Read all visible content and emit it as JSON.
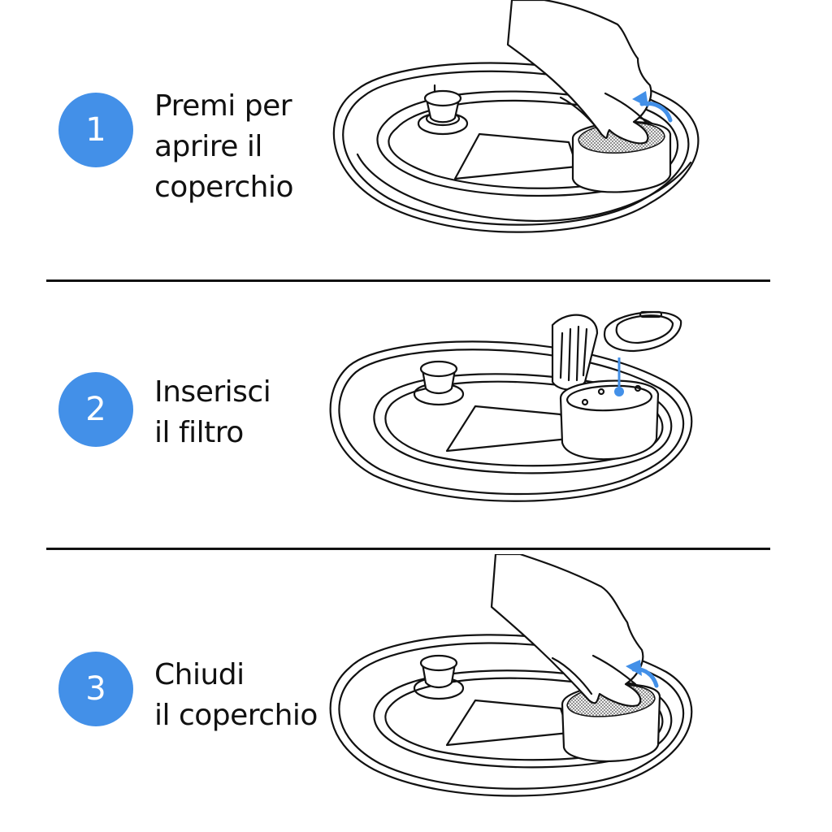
{
  "colors": {
    "accent": "#4390E8",
    "text": "#111111",
    "line": "#111111",
    "background": "#ffffff"
  },
  "steps": [
    {
      "number": "1",
      "lines": [
        "Premi per",
        "aprire il",
        "coperchio"
      ],
      "illustration": "hand-pressing-filter-lid-open-icon",
      "arrow": "blue-curved-arrow-up"
    },
    {
      "number": "2",
      "lines": [
        "Inserisci",
        "il filtro"
      ],
      "illustration": "filter-inserted-into-housing-icon",
      "arrow": "blue-pointer-down"
    },
    {
      "number": "3",
      "lines": [
        "Chiudi",
        "il coperchio"
      ],
      "illustration": "hand-closing-filter-lid-icon",
      "arrow": "blue-curved-arrow-down"
    }
  ]
}
